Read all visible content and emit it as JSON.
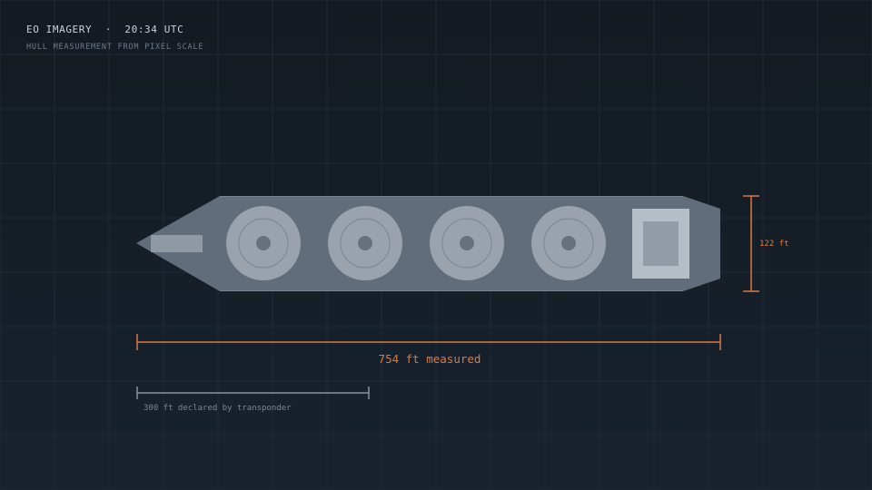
{
  "header": {
    "source": "EO IMAGERY",
    "separator": "·",
    "time": "20:34 UTC",
    "subtitle": "HULL MEASUREMENT FROM PIXEL SCALE"
  },
  "measurements": {
    "length_label": "754 ft measured",
    "beam_label": "122 ft",
    "declared_label": "300 ft declared by transponder"
  },
  "vessel": {
    "deck_tanks": 4,
    "superstructure": 1
  },
  "colors": {
    "background": "#141b24",
    "grid": "#202a35",
    "hull": "#616d7a",
    "deck_tank": "#9aa3ad",
    "superstructure": "#b5bdc6",
    "measurement_accent": "#d97a45",
    "declared_scale": "#8a939c"
  }
}
